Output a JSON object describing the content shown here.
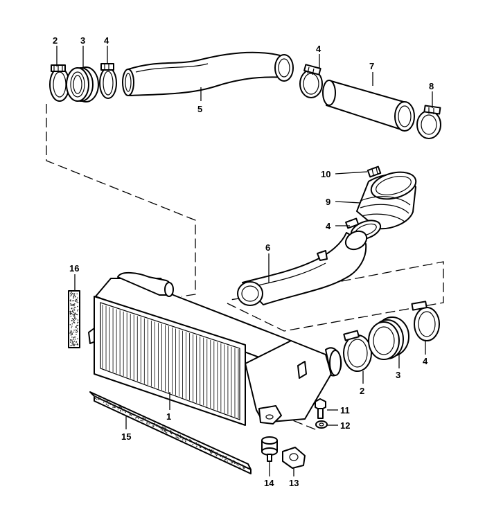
{
  "callouts": [
    {
      "id": "c1",
      "text": "1"
    },
    {
      "id": "c2a",
      "text": "2"
    },
    {
      "id": "c3a",
      "text": "3"
    },
    {
      "id": "c4a",
      "text": "4"
    },
    {
      "id": "c5",
      "text": "5"
    },
    {
      "id": "c4b",
      "text": "4"
    },
    {
      "id": "c7",
      "text": "7"
    },
    {
      "id": "c8",
      "text": "8"
    },
    {
      "id": "c10",
      "text": "10"
    },
    {
      "id": "c9",
      "text": "9"
    },
    {
      "id": "c4c",
      "text": "4"
    },
    {
      "id": "c6",
      "text": "6"
    },
    {
      "id": "c16",
      "text": "16"
    },
    {
      "id": "c2b",
      "text": "2"
    },
    {
      "id": "c3b",
      "text": "3"
    },
    {
      "id": "c4d",
      "text": "4"
    },
    {
      "id": "c11",
      "text": "11"
    },
    {
      "id": "c12",
      "text": "12"
    },
    {
      "id": "c15",
      "text": "15"
    },
    {
      "id": "c14",
      "text": "14"
    },
    {
      "id": "c13",
      "text": "13"
    }
  ],
  "colors": {
    "ink": "#000000",
    "paper": "#ffffff"
  }
}
